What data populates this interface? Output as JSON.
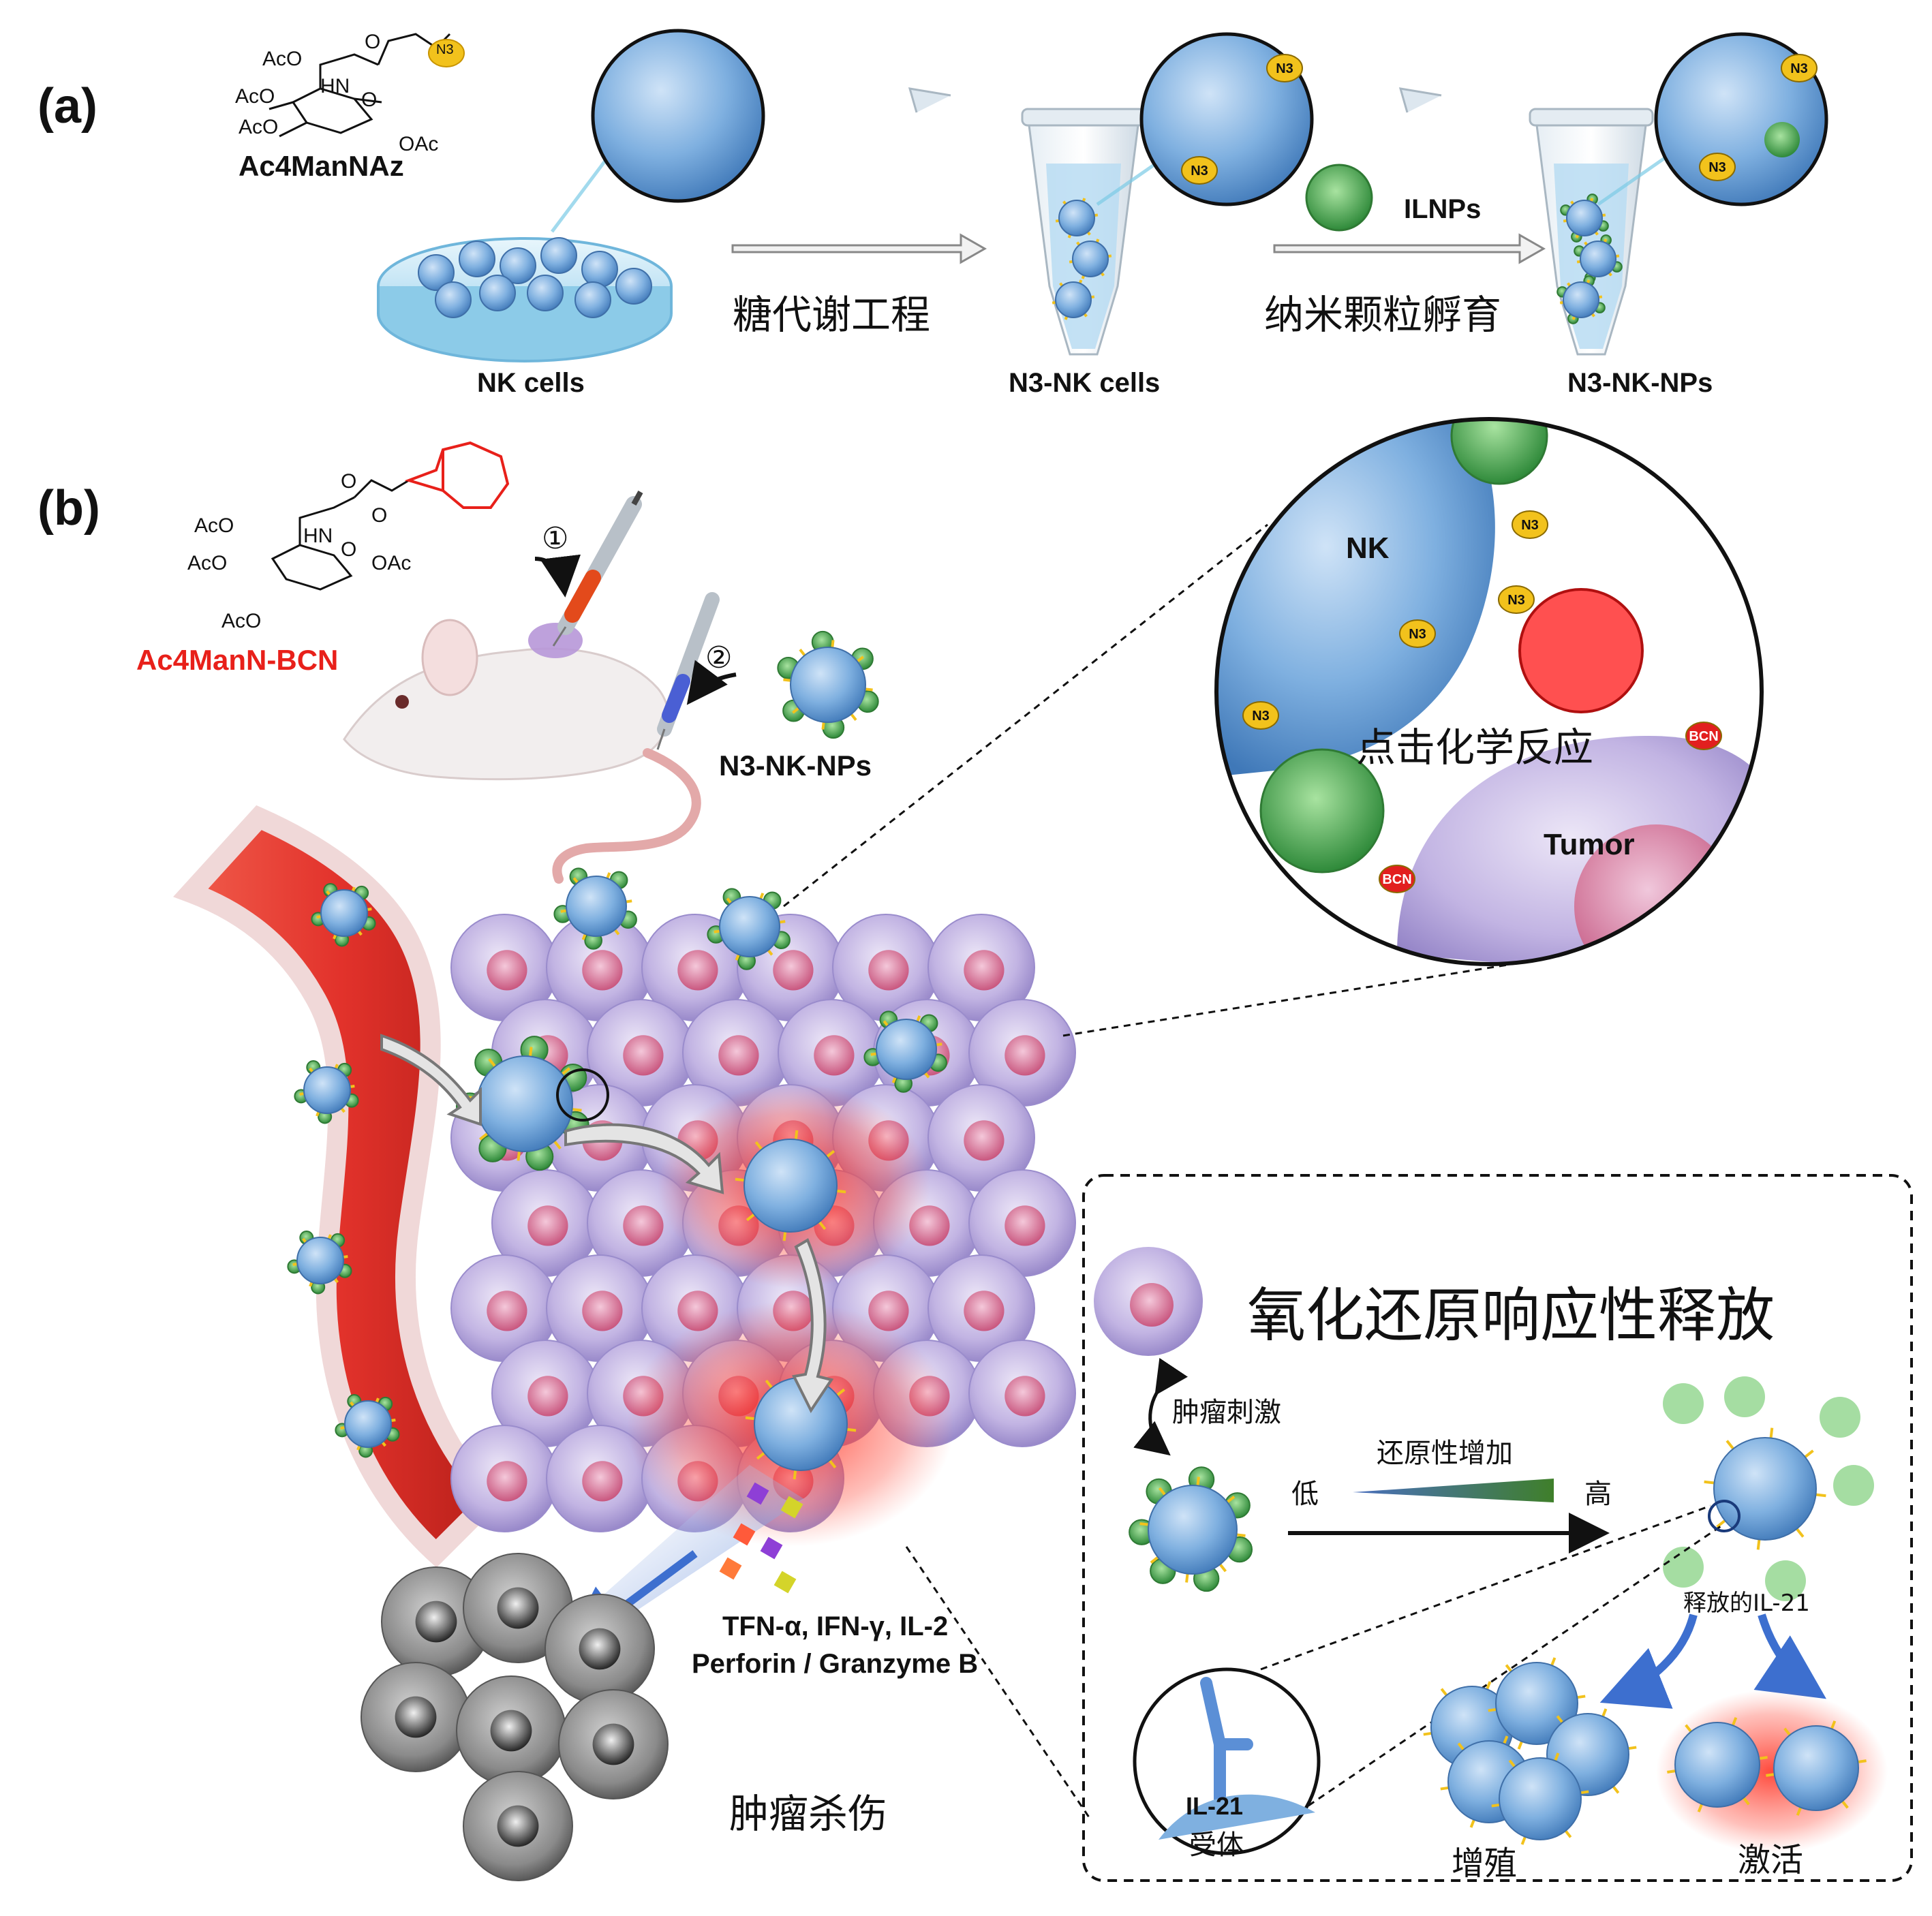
{
  "panel_a": {
    "panel_label": "(a)",
    "compound": {
      "name": "Ac4ManNAz",
      "groups": [
        "AcO",
        "AcO",
        "AcO",
        "HN",
        "O",
        "OAc",
        "O",
        "N3"
      ]
    },
    "stages": [
      "NK cells",
      "N3-NK cells",
      "N3-NK-NPs"
    ],
    "step1_label": "糖代谢工程",
    "step2_top_label": "ILNPs",
    "step2_label": "纳米颗粒孵育",
    "azide_tag": "N3"
  },
  "panel_b": {
    "panel_label": "(b)",
    "compound": {
      "name": "Ac4ManN-BCN",
      "name_color": "#e8201a",
      "groups": [
        "AcO",
        "AcO",
        "AcO",
        "HN",
        "O",
        "O",
        "OAc",
        "O"
      ]
    },
    "injection_steps": [
      "①",
      "②"
    ],
    "injected_cells_label": "N3-NK-NPs",
    "zoom": {
      "nk_label": "NK",
      "tumor_label": "Tumor",
      "reaction_label": "点击化学反应",
      "azide_tag": "N3",
      "bcn_tag": "BCN"
    },
    "cytokines_line1": "TFN-α, IFN-γ, IL-2",
    "cytokines_line2": "Perforin / Granzyme B",
    "tumor_killing_label": "肿瘤杀伤",
    "redox_box": {
      "title": "氧化还原响应性释放",
      "stimulus_label": "肿瘤刺激",
      "gradient_label": "还原性增加",
      "low_label": "低",
      "high_label": "高",
      "released_label": "释放的IL-21",
      "receptor_label_1": "IL-21",
      "receptor_label_2": "受体",
      "outcome_1": "增殖",
      "outcome_2": "激活"
    }
  },
  "colors": {
    "nk_cell": "#6ea6dc",
    "tumor_cell": "#b7a6dc",
    "tumor_nucleus": "#d76c9c",
    "vessel": "#e2322b",
    "azide": "#f2c21c",
    "bcn": "#e21f1f",
    "nanoparticle": "#4caf50",
    "dead_cell": "#7a7a7a",
    "arrow_blue": "#3d6fcf"
  }
}
